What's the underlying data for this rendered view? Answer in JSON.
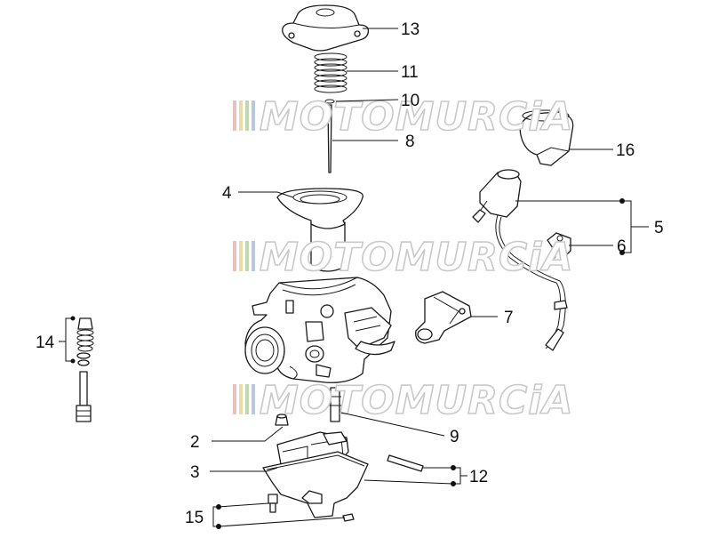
{
  "watermark": {
    "text": "MOTOMURCiA"
  },
  "labels": {
    "l13": "13",
    "l11": "11",
    "l10": "10",
    "l8": "8",
    "l16": "16",
    "l4": "4",
    "l5": "5",
    "l6": "6",
    "l7": "7",
    "l14": "14",
    "l2": "2",
    "l9": "9",
    "l3": "3",
    "l12": "12",
    "l15": "15"
  }
}
